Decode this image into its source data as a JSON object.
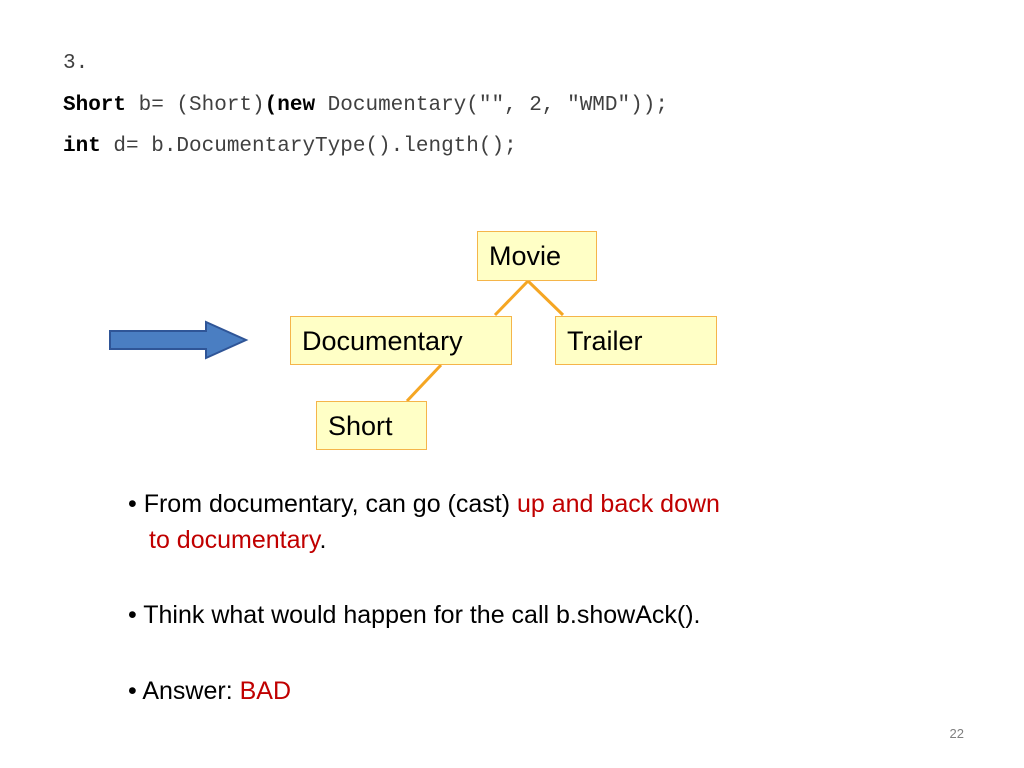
{
  "code": {
    "line1": "3.",
    "line2": {
      "kw1": "Short",
      "mid": " b= (Short)",
      "kw2": "(new",
      "rest": " Documentary(\"\", 2, \"WMD\"));"
    },
    "line3": {
      "kw": "int",
      "rest": " d= b.DocumentaryType().length();"
    }
  },
  "diagram": {
    "nodes": {
      "movie": "Movie",
      "documentary": "Documentary",
      "trailer": "Trailer",
      "short": "Short"
    },
    "colors": {
      "box_fill": "#ffffc6",
      "box_border": "#f5b54a",
      "connector": "#f5a623",
      "arrow_fill": "#4a7ec2",
      "arrow_stroke": "#2f5597"
    },
    "arrow_icon": "right-arrow-icon"
  },
  "bullets": {
    "b1": {
      "dot": "•",
      "text": " From documentary, can go (cast) ",
      "highlight1": "up and back down",
      "highlight2": "to documentary",
      "end": "."
    },
    "b2": {
      "dot": "•",
      "text": "  Think what would happen for the call b.showAck()."
    },
    "b3": {
      "dot": "•",
      "text": " Answer: ",
      "highlight": "BAD"
    }
  },
  "slide_number": "22",
  "accent_red": "#c00000"
}
